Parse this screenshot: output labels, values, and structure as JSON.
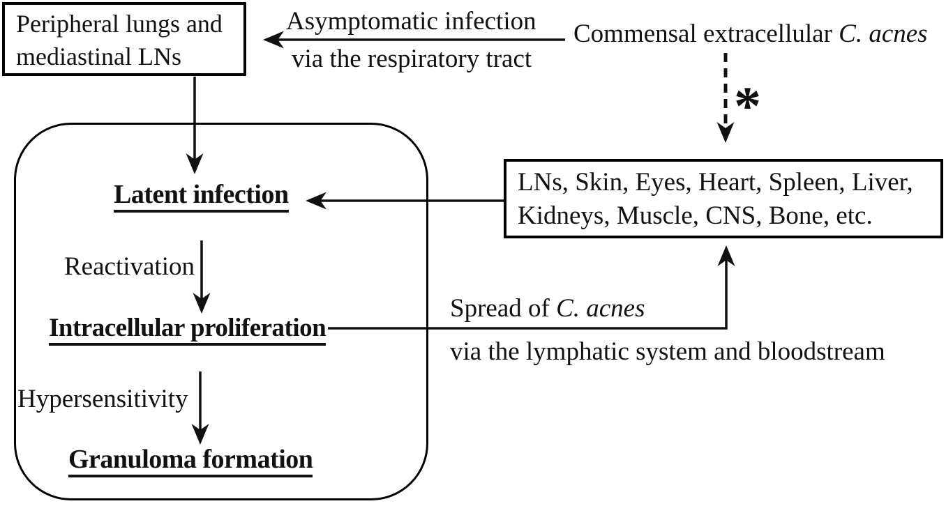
{
  "boxes": {
    "lungs": {
      "lines": [
        "Peripheral lungs and",
        "mediastinal LNs"
      ]
    },
    "organs": {
      "lines": [
        "LNs, Skin, Eyes, Heart, Spleen, Liver,",
        "Kidneys, Muscle, CNS, Bone, etc."
      ]
    }
  },
  "labels": {
    "asymptomatic_line1": "Asymptomatic infection",
    "asymptomatic_line2": "via the respiratory tract",
    "commensal_prefix": "Commensal extracellular ",
    "commensal_species": "C. acnes",
    "asterisk": "*",
    "reactivation": "Reactivation",
    "hypersensitivity": "Hypersensitivity",
    "spread_prefix": "Spread of ",
    "spread_species": "C. acnes",
    "spread_line2": "via the lymphatic system and bloodstream"
  },
  "stages": {
    "latent": "Latent infection",
    "intracellular": "Intracellular proliferation",
    "granuloma": "Granuloma formation"
  },
  "colors": {
    "ink": "#111111",
    "background": "#ffffff"
  }
}
